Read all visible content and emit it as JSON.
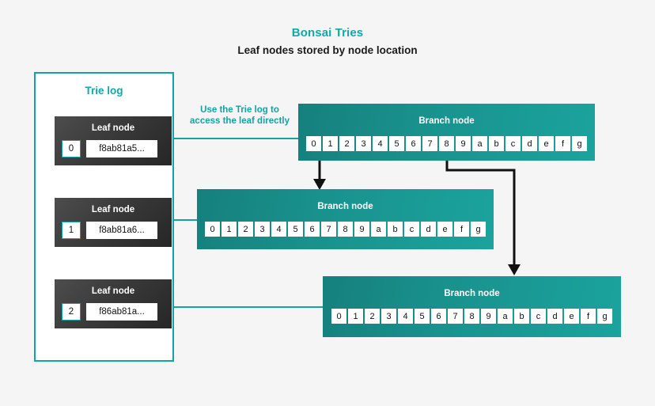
{
  "header": {
    "title": "Bonsai Tries",
    "subtitle": "Leaf nodes stored by node location"
  },
  "colors": {
    "accent_teal": "#12a3a3",
    "title_teal": "#12a8a8",
    "branch_fill_light": "#1ba39d",
    "branch_fill_dark": "#16807d",
    "leaf_fill_light": "#4d4d4d",
    "leaf_fill_dark": "#262626",
    "background": "#f5f5f5",
    "panel_background": "#ffffff",
    "connector_black": "#111111"
  },
  "trie_log": {
    "title": "Trie log",
    "leaf_nodes": [
      {
        "label": "Leaf node",
        "index": "0",
        "hash": "f8ab81a5..."
      },
      {
        "label": "Leaf node",
        "index": "1",
        "hash": "f8ab81a6..."
      },
      {
        "label": "Leaf node",
        "index": "2",
        "hash": "f86ab81a..."
      }
    ]
  },
  "annotation": {
    "line1": "Use the Trie log to",
    "line2": "access the leaf directly"
  },
  "branch_nodes": [
    {
      "id": "branch-1",
      "label": "Branch node",
      "cells": [
        "0",
        "1",
        "2",
        "3",
        "4",
        "5",
        "6",
        "7",
        "8",
        "9",
        "a",
        "b",
        "c",
        "d",
        "e",
        "f",
        "g"
      ]
    },
    {
      "id": "branch-2",
      "label": "Branch node",
      "cells": [
        "0",
        "1",
        "2",
        "3",
        "4",
        "5",
        "6",
        "7",
        "8",
        "9",
        "a",
        "b",
        "c",
        "d",
        "e",
        "f",
        "g"
      ]
    },
    {
      "id": "branch-3",
      "label": "Branch node",
      "cells": [
        "0",
        "1",
        "2",
        "3",
        "4",
        "5",
        "6",
        "7",
        "8",
        "9",
        "a",
        "b",
        "c",
        "d",
        "e",
        "f",
        "g"
      ]
    }
  ]
}
